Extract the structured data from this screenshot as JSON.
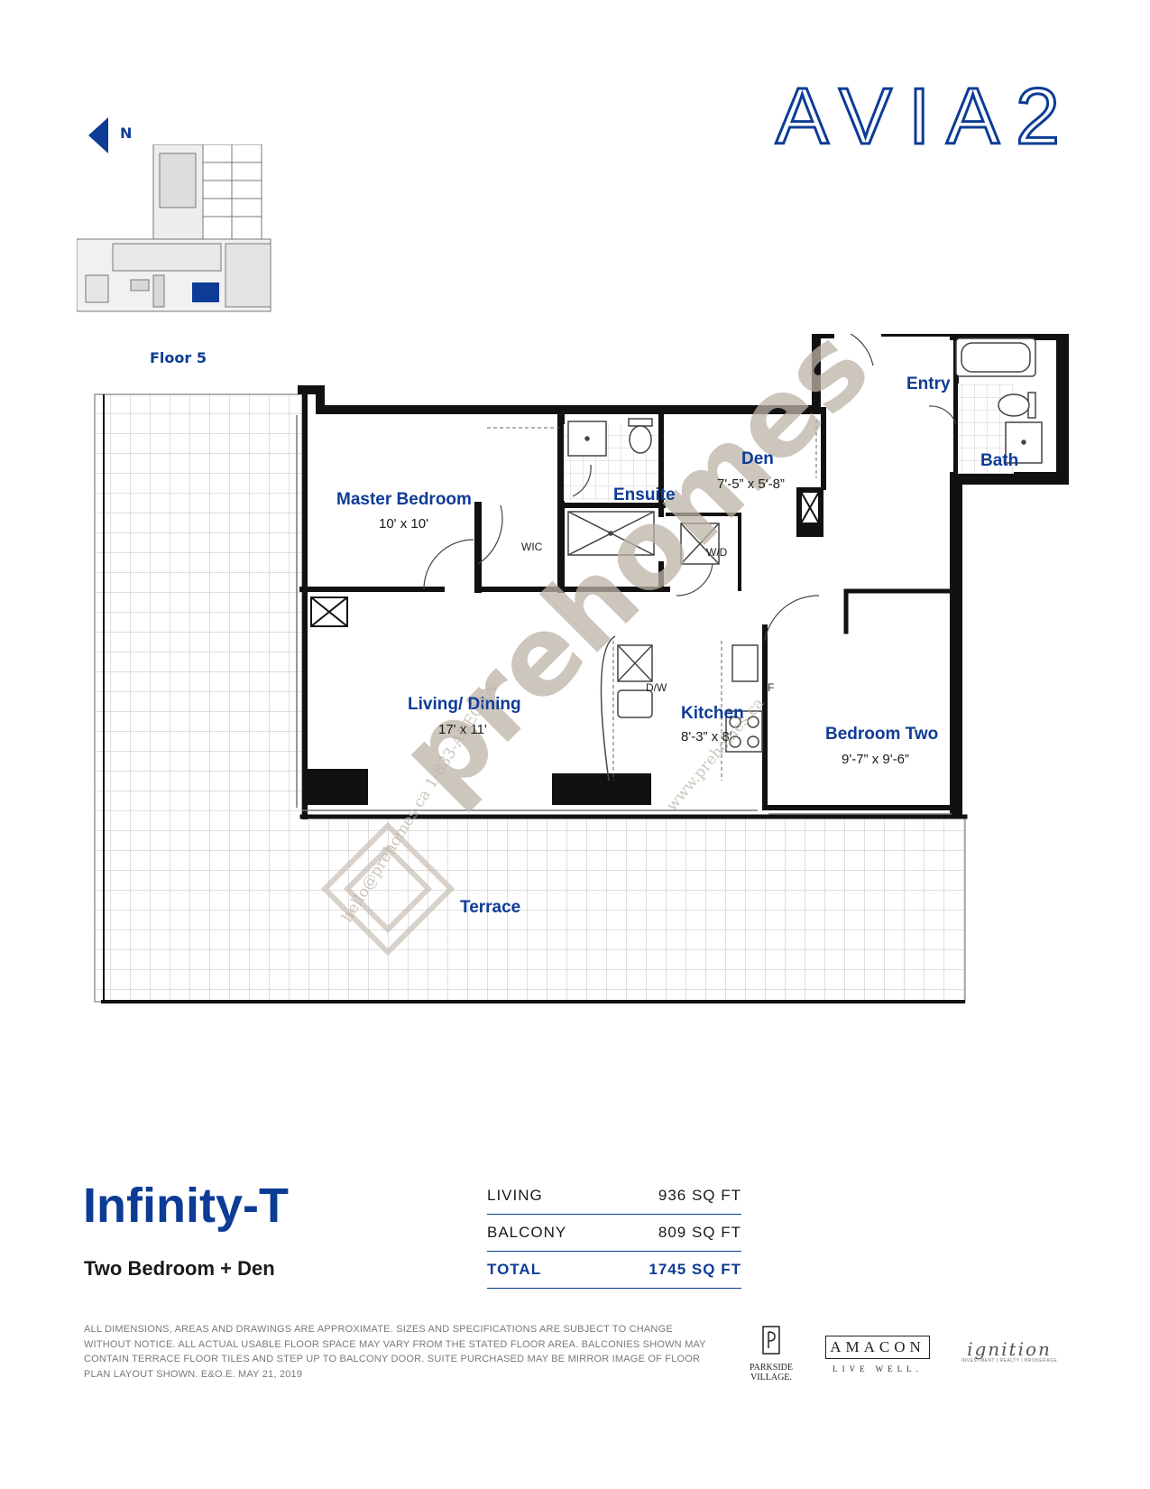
{
  "brand": {
    "title": "AVIA2"
  },
  "keyplan": {
    "north_label": "N",
    "floor_label": "Floor 5",
    "highlight_color": "#0d3c96"
  },
  "rooms": {
    "entry": {
      "name": "Entry"
    },
    "bath": {
      "name": "Bath"
    },
    "den": {
      "name": "Den",
      "dims": "7'-5” x 5'-8”"
    },
    "ensuite": {
      "name": "Ensuite"
    },
    "master": {
      "name": "Master Bedroom",
      "dims": "10' x 10'"
    },
    "wic": {
      "name": "WIC"
    },
    "wd": {
      "name": "W/D"
    },
    "living": {
      "name": "Living/ Dining",
      "dims": "17' x 11'"
    },
    "kitchen": {
      "name": "Kitchen",
      "dims": "8'-3” x 8'"
    },
    "dw": {
      "name": "D/W"
    },
    "fridge": {
      "name": "F"
    },
    "bedroom2": {
      "name": "Bedroom Two",
      "dims": "9'-7” x 9'-6”"
    },
    "terrace": {
      "name": "Terrace"
    }
  },
  "watermark": {
    "brand": "prehomes",
    "email_phone": "hello@prehomes.ca 1-833-ADEGAN",
    "url": "www.prehomes.ca"
  },
  "unit": {
    "name": "Infinity-T",
    "type": "Two Bedroom + Den"
  },
  "areas": [
    {
      "label": "LIVING",
      "value": "936 SQ FT"
    },
    {
      "label": "BALCONY",
      "value": "809 SQ FT"
    },
    {
      "label": "TOTAL",
      "value": "1745 SQ FT"
    }
  ],
  "disclaimer": "ALL DIMENSIONS, AREAS AND DRAWINGS ARE APPROXIMATE. SIZES AND SPECIFICATIONS ARE SUBJECT TO CHANGE WITHOUT NOTICE. ALL ACTUAL USABLE FLOOR SPACE MAY VARY FROM THE STATED FLOOR AREA. BALCONIES SHOWN MAY CONTAIN TERRACE FLOOR TILES AND STEP UP TO BALCONY DOOR. SUITE PURCHASED MAY BE MIRROR IMAGE OF FLOOR PLAN LAYOUT SHOWN. E&O.E. MAY 21, 2019",
  "logos": {
    "parkside": {
      "line1": "PARKSIDE",
      "line2": "VILLAGE."
    },
    "amacon": {
      "name": "AMACON",
      "tagline": "LIVE WELL."
    },
    "ignition": {
      "script": "ignition",
      "sub": "INVESTMENT | REALTY | BROKERAGE"
    }
  },
  "colors": {
    "accent": "#0d3c96",
    "wall": "#111111",
    "watermark": "#bdb3a7"
  }
}
